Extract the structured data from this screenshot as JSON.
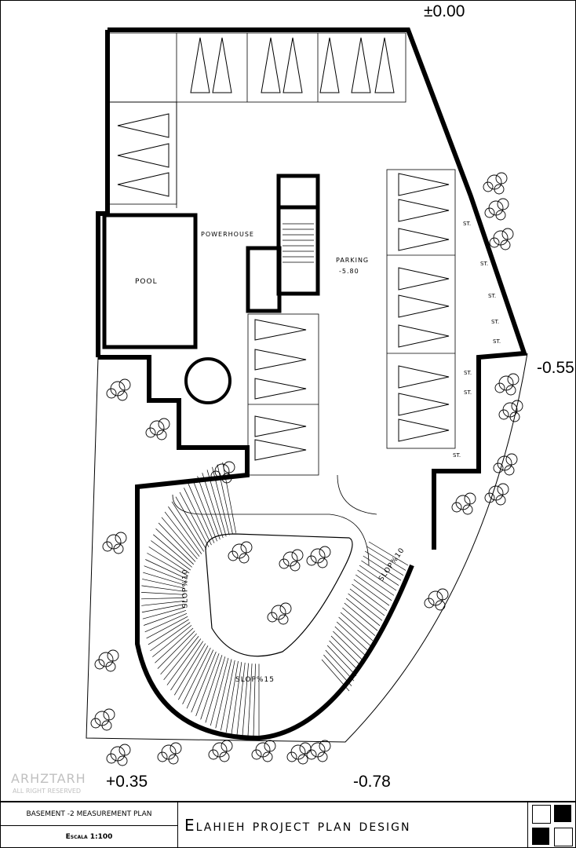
{
  "levels": {
    "top": "±0.00",
    "right": "-0.55",
    "bottom_left": "+0.35",
    "bottom_right": "-0.78"
  },
  "rooms": {
    "pool": "POOL",
    "powerhouse": "POWERHOUSE",
    "parking": "PARKING",
    "parking_level": "-5.80",
    "storage": "ST."
  },
  "ramps": {
    "slope_left": "SLOP%10",
    "slope_bottom": "SLOP%15",
    "slope_right": "SLOP%10"
  },
  "title_block": {
    "sheet_name": "BASEMENT -2 MEASUREMENT PLAN",
    "scale": "Escala 1:100",
    "project_title": "Elahieh project plan design"
  },
  "watermark": {
    "brand": "ARHZTARH",
    "rights": "ALL RIGHT RESERVED"
  }
}
